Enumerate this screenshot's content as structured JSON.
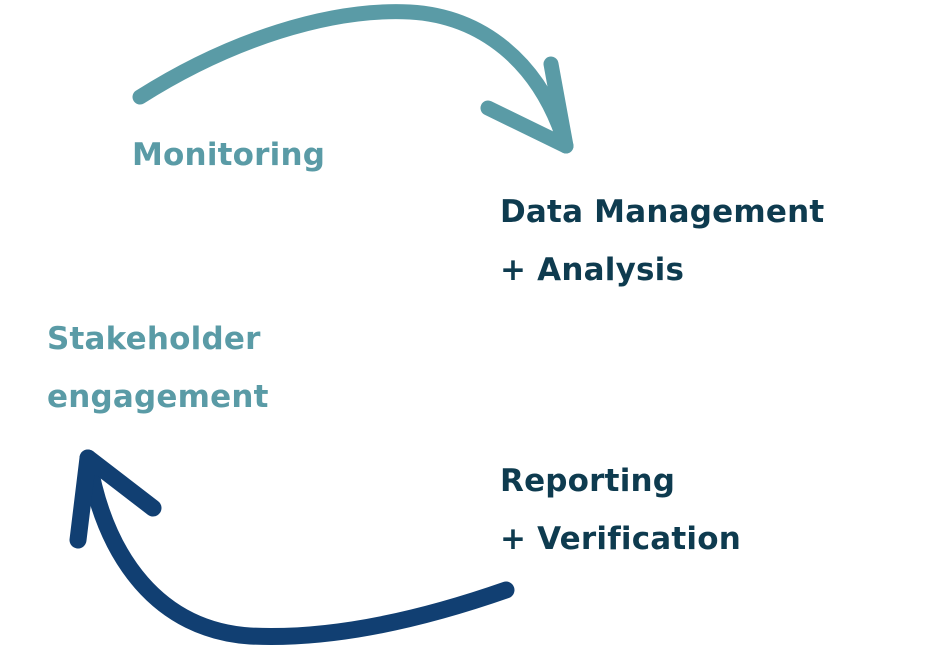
{
  "colors": {
    "teal": "#5a9ba6",
    "navy": "#0e3b4f",
    "arrow_top": "#5a9ba6",
    "arrow_bottom": "#113f72"
  },
  "steps": {
    "monitoring": {
      "line1": "Monitoring"
    },
    "data_management": {
      "line1": "Data Management",
      "line2": "+ Analysis"
    },
    "stakeholder": {
      "line1": "Stakeholder",
      "line2": "engagement"
    },
    "reporting": {
      "line1": "Reporting",
      "line2": "+ Verification"
    }
  },
  "arrows": {
    "top": {
      "name": "arrow-top-icon"
    },
    "bottom": {
      "name": "arrow-bottom-icon"
    }
  }
}
